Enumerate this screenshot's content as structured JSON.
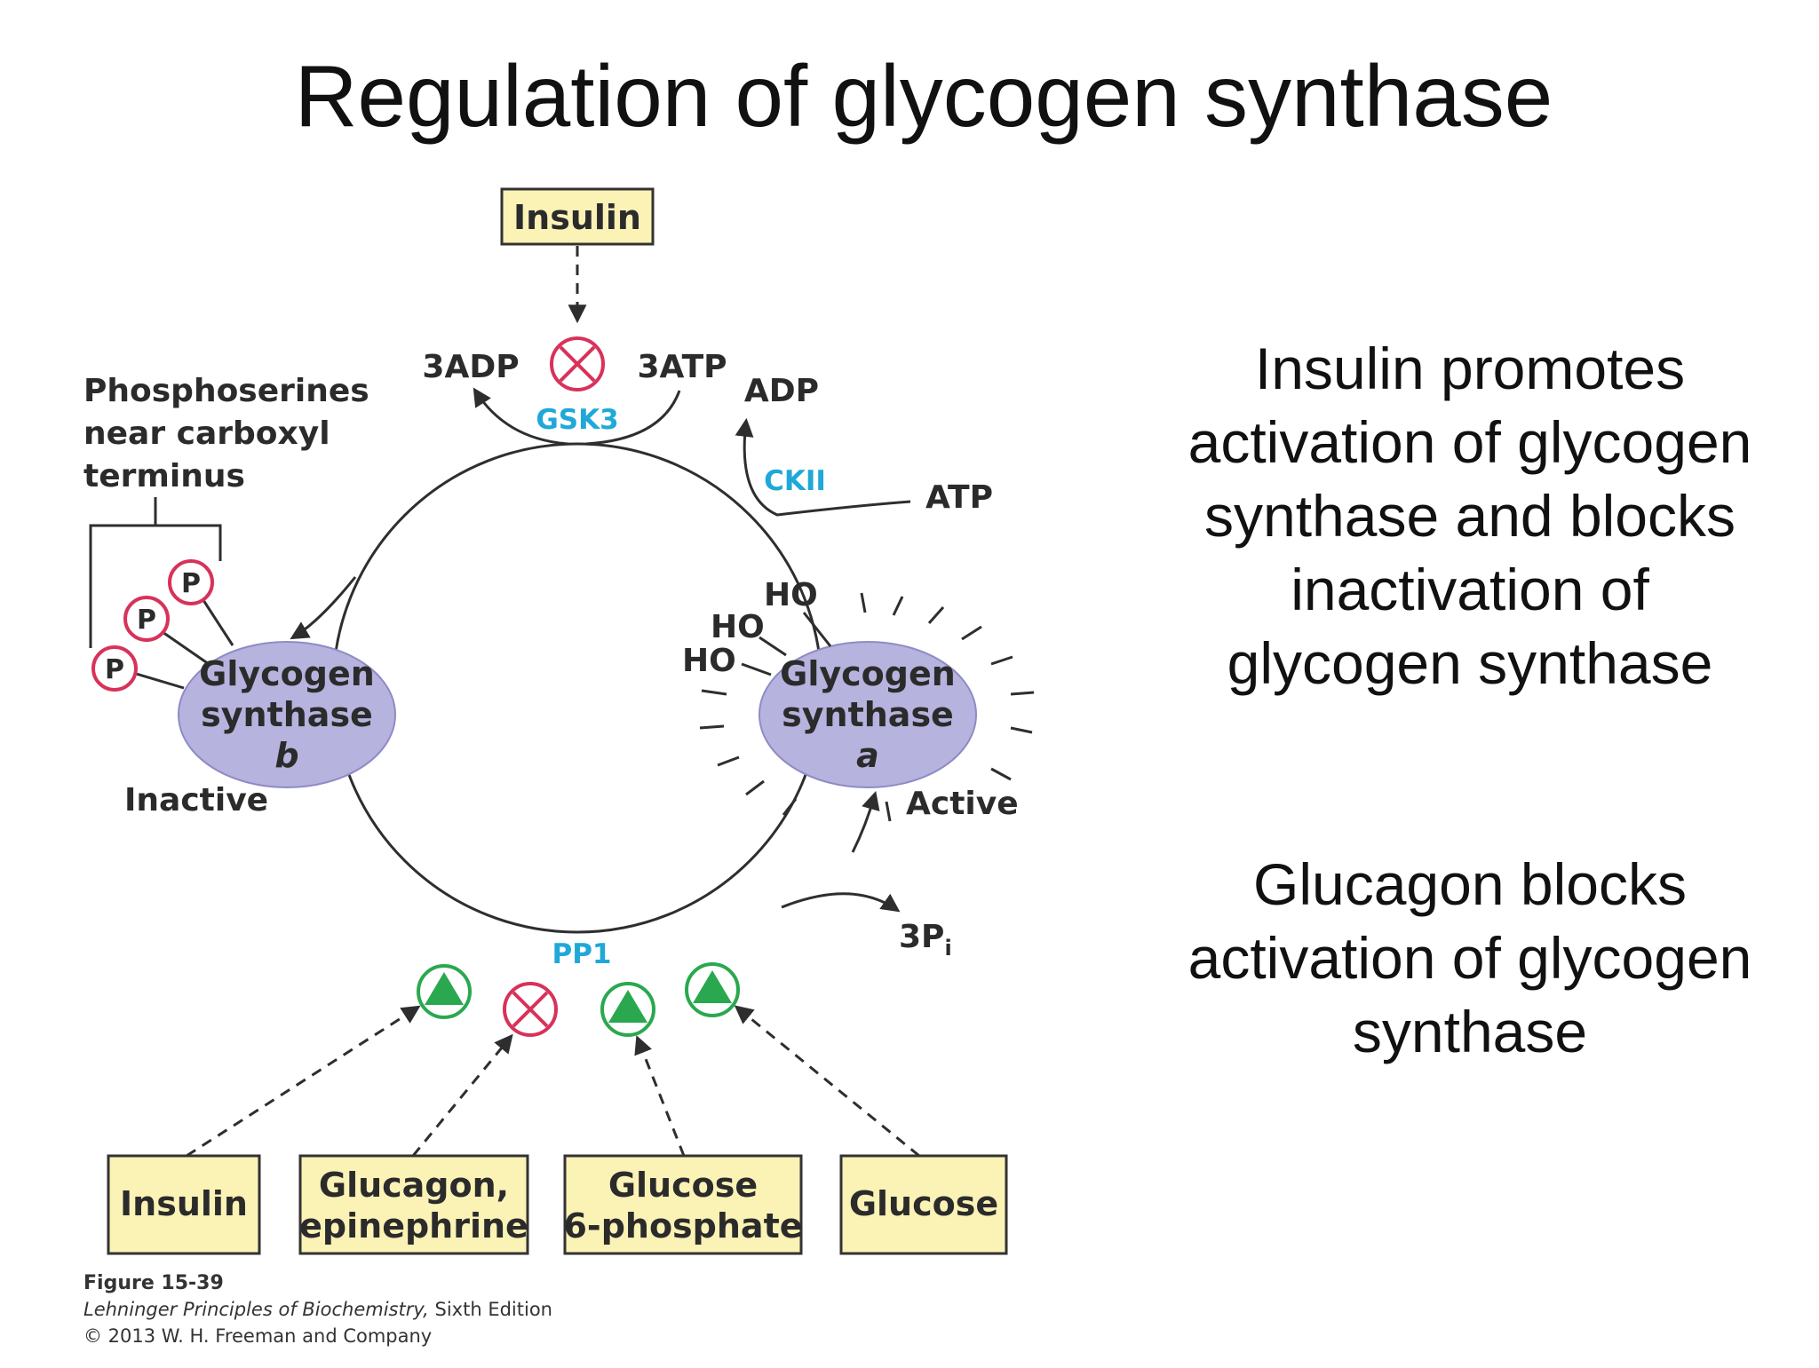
{
  "title": "Regulation of glycogen synthase",
  "side_text": {
    "insulin_lines": [
      "Insulin promotes",
      "activation of glycogen",
      "synthase and blocks",
      "inactivation of",
      "glycogen synthase"
    ],
    "glucagon_lines": [
      "Glucagon blocks",
      "activation of glycogen",
      "synthase"
    ]
  },
  "diagram": {
    "top_box": "Insulin",
    "enzymes": {
      "gsk3": "GSK3",
      "ckii": "CKII",
      "pp1": "PP1"
    },
    "molecules": {
      "adp3": "3ADP",
      "atp3": "3ATP",
      "adp": "ADP",
      "atp": "ATP",
      "pi_main": "3P",
      "pi_sub": "i"
    },
    "phospho_label": [
      "Phosphoserines",
      "near carboxyl",
      "terminus"
    ],
    "phospho_symbol": "P",
    "hydroxyl": "HO",
    "gs_b": {
      "line1": "Glycogen",
      "line2": "synthase",
      "form": "b",
      "state": "Inactive"
    },
    "gs_a": {
      "line1": "Glycogen",
      "line2": "synthase",
      "form": "a",
      "state": "Active"
    },
    "bottom_boxes": [
      {
        "lines": [
          "Insulin"
        ],
        "effect": "activates"
      },
      {
        "lines": [
          "Glucagon,",
          "epinephrine"
        ],
        "effect": "inhibits"
      },
      {
        "lines": [
          "Glucose",
          "6-phosphate"
        ],
        "effect": "activates"
      },
      {
        "lines": [
          "Glucose"
        ],
        "effect": "activates"
      }
    ],
    "colors": {
      "enzyme": "#1fa8d8",
      "inhibit": "#d8325a",
      "activate": "#2aa84f",
      "box_fill": "#fbf2b6",
      "enzyme_body": "#b6b3de"
    }
  },
  "caption": {
    "figure": "Figure 15-39",
    "book_italic": "Lehninger Principles of Biochemistry,",
    "book_rest": " Sixth Edition",
    "copyright": "© 2013 W. H. Freeman and Company"
  }
}
